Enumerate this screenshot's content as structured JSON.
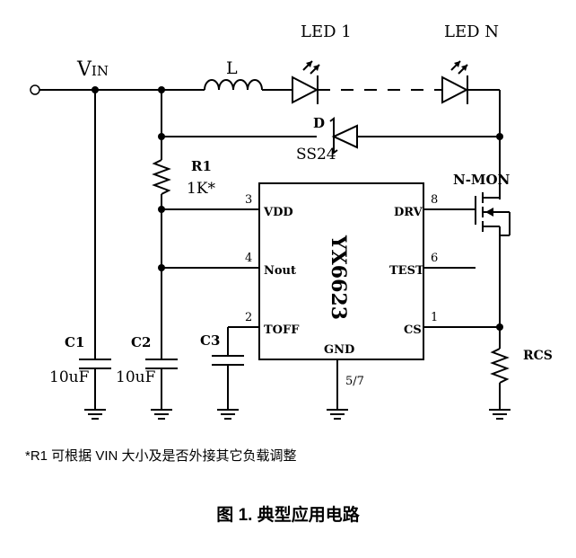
{
  "labels": {
    "vin_main": "V",
    "vin_sub": "IN",
    "inductor": "L",
    "led1": "LED 1",
    "ledn": "LED N",
    "diode_name": "D",
    "diode_part": "SS24",
    "r1_name": "R1",
    "r1_value": "1K*",
    "nmos": "N-MON",
    "ic_name": "YX6623",
    "rcs": "RCS",
    "c1_name": "C1",
    "c1_value": "10uF",
    "c2_name": "C2",
    "c2_value": "10uF",
    "c3_name": "C3"
  },
  "pins": {
    "vdd": {
      "num": "3",
      "name": "VDD"
    },
    "nout": {
      "num": "4",
      "name": "Nout"
    },
    "toff": {
      "num": "2",
      "name": "TOFF"
    },
    "drv": {
      "num": "8",
      "name": "DRV"
    },
    "test": {
      "num": "6",
      "name": "TEST"
    },
    "cs": {
      "num": "1",
      "name": "CS"
    },
    "gnd": {
      "num": "5/7",
      "name": "GND"
    }
  },
  "note": "*R1 可根据 VIN 大小及是否外接其它负载调整",
  "caption": "图 1.  典型应用电路"
}
